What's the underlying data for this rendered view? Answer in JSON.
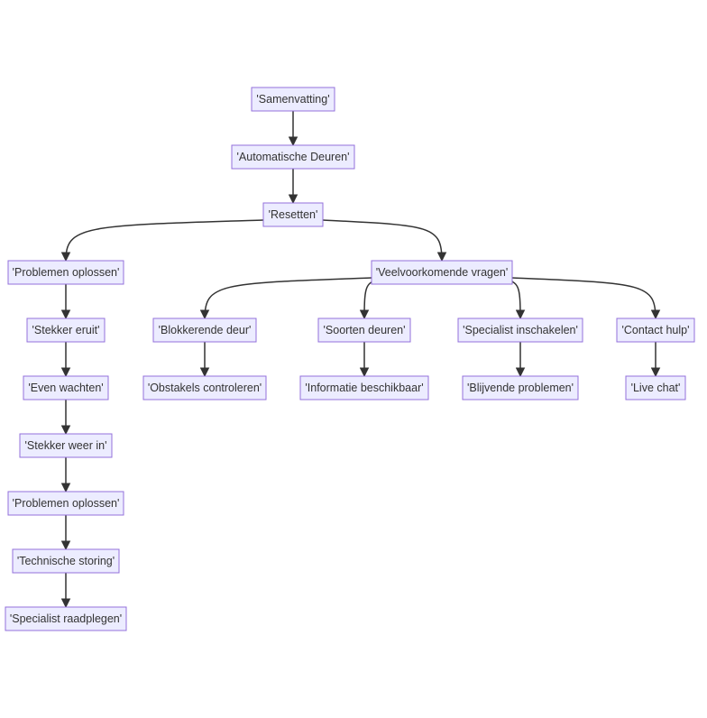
{
  "nodes": {
    "samenvatting": "'Samenvatting'",
    "automatische_deuren": "'Automatische Deuren'",
    "resetten": "'Resetten'",
    "problemen_oplossen_1": "'Problemen oplossen'",
    "veelvoorkomende_vragen": "'Veelvoorkomende vragen'",
    "stekker_eruit": "'Stekker eruit'",
    "blokkerende_deur": "'Blokkerende deur'",
    "soorten_deuren": "'Soorten deuren'",
    "specialist_inschakelen": "'Specialist inschakelen'",
    "contact_hulp": "'Contact hulp'",
    "even_wachten": "'Even wachten'",
    "obstakels_controleren": "'Obstakels controleren'",
    "informatie_beschikbaar": "'Informatie beschikbaar'",
    "blijvende_problemen": "'Blijvende problemen'",
    "live_chat": "'Live chat'",
    "stekker_weer_in": "'Stekker weer in'",
    "problemen_oplossen_2": "'Problemen oplossen'",
    "technische_storing": "'Technische storing'",
    "specialist_raadplegen": "'Specialist raadplegen'"
  },
  "edges": [
    [
      "samenvatting",
      "automatische_deuren"
    ],
    [
      "automatische_deuren",
      "resetten"
    ],
    [
      "resetten",
      "problemen_oplossen_1"
    ],
    [
      "resetten",
      "veelvoorkomende_vragen"
    ],
    [
      "problemen_oplossen_1",
      "stekker_eruit"
    ],
    [
      "stekker_eruit",
      "even_wachten"
    ],
    [
      "even_wachten",
      "stekker_weer_in"
    ],
    [
      "stekker_weer_in",
      "problemen_oplossen_2"
    ],
    [
      "problemen_oplossen_2",
      "technische_storing"
    ],
    [
      "technische_storing",
      "specialist_raadplegen"
    ],
    [
      "veelvoorkomende_vragen",
      "blokkerende_deur"
    ],
    [
      "veelvoorkomende_vragen",
      "soorten_deuren"
    ],
    [
      "veelvoorkomende_vragen",
      "specialist_inschakelen"
    ],
    [
      "veelvoorkomende_vragen",
      "contact_hulp"
    ],
    [
      "blokkerende_deur",
      "obstakels_controleren"
    ],
    [
      "soorten_deuren",
      "informatie_beschikbaar"
    ],
    [
      "specialist_inschakelen",
      "blijvende_problemen"
    ],
    [
      "contact_hulp",
      "live_chat"
    ]
  ],
  "colors": {
    "node_fill": "#ECECFF",
    "node_stroke": "#9370DB",
    "edge": "#333333",
    "text": "#333333"
  }
}
